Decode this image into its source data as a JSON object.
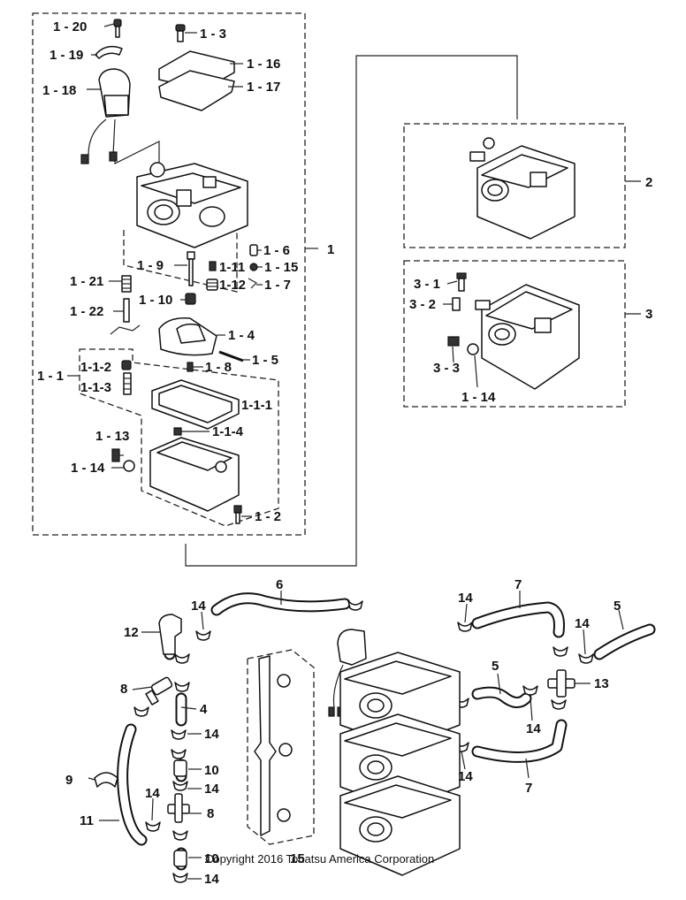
{
  "diagram": {
    "copyright": "Copyright 2016 Tohatsu America Corporation"
  },
  "labels": {
    "p1_20": "1 - 20",
    "p1_3": "1 - 3",
    "p1_19": "1 - 19",
    "p1_16": "1 - 16",
    "p1_18": "1 - 18",
    "p1_17": "1 - 17",
    "p1_6": "1 - 6",
    "p1": "1",
    "p1_9": "1 - 9",
    "p1_11": "1-11",
    "p1_15": "1 - 15",
    "p1_21": "1 - 21",
    "p1_12": "1-12",
    "p1_7": "1 - 7",
    "p1_10": "1 - 10",
    "p1_22": "1 - 22",
    "p1_4": "1 - 4",
    "p1_5": "1 - 5",
    "p1_1_2": "1-1-2",
    "p1_8": "1 - 8",
    "p1_1": "1 - 1",
    "p1_1_3": "1-1-3",
    "p1_1_1": "1-1-1",
    "p1_1_4": "1-1-4",
    "p1_13": "1 - 13",
    "p1_14": "1 - 14",
    "p1_2": "1 - 2",
    "p2": "2",
    "p3": "3",
    "p3_1": "3 - 1",
    "p3_2": "3 - 2",
    "p3_3": "3 - 3",
    "p1_14b": "1 - 14",
    "b6": "6",
    "b7a": "7",
    "b5a": "5",
    "b14a": "14",
    "b12": "12",
    "b14b": "14",
    "b8a": "8",
    "b4": "4",
    "b14c": "14",
    "b5b": "5",
    "b13": "13",
    "b14d": "14",
    "b14e": "14",
    "b10a": "10",
    "b9": "9",
    "b14f": "14",
    "b14g": "14",
    "b7b": "7",
    "b14h": "14",
    "b11": "11",
    "b8b": "8",
    "b10b": "10",
    "b14i": "14",
    "b15": "15"
  }
}
